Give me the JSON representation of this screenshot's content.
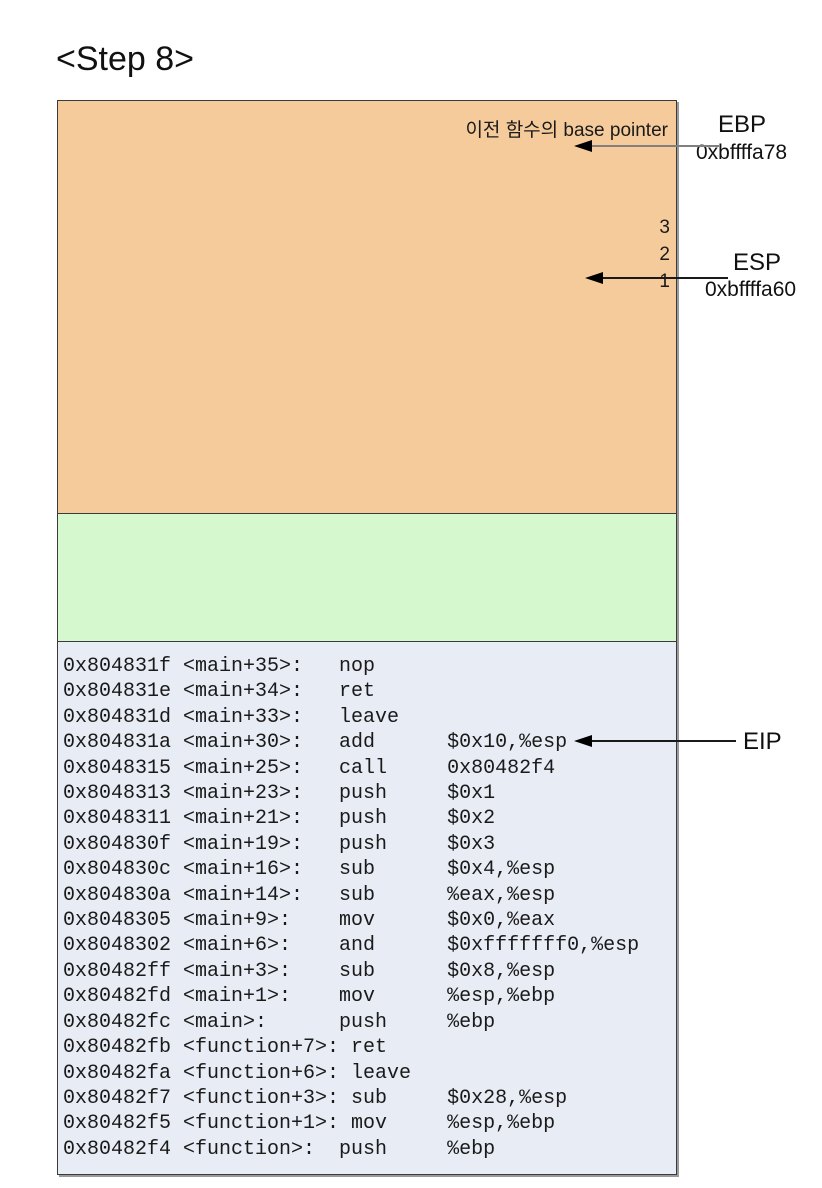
{
  "title": "<Step 8>",
  "colors": {
    "previous_frame_section": "#f6cb9b",
    "buffer_section": "#d6f8ce",
    "disassembly_section": "#e8ecf4",
    "box_border": "#3a3a3a",
    "ebp_arrow_line": "#808080",
    "arrow_black": "#1a1a1a"
  },
  "stack": {
    "prev_bp_label": "이전 함수의 base pointer",
    "numbers": [
      "3",
      "2",
      "1"
    ]
  },
  "registers": {
    "ebp": {
      "name": "EBP",
      "address": "0xbffffa78"
    },
    "esp": {
      "name": "ESP",
      "address": "0xbffffa60"
    },
    "eip": {
      "name": "EIP"
    }
  },
  "disassembly": {
    "lines": [
      "0x804831f <main+35>:   nop",
      "0x804831e <main+34>:   ret",
      "0x804831d <main+33>:   leave",
      "0x804831a <main+30>:   add      $0x10,%esp",
      "0x8048315 <main+25>:   call     0x80482f4",
      "0x8048313 <main+23>:   push     $0x1",
      "0x8048311 <main+21>:   push     $0x2",
      "0x804830f <main+19>:   push     $0x3",
      "0x804830c <main+16>:   sub      $0x4,%esp",
      "0x804830a <main+14>:   sub      %eax,%esp",
      "0x8048305 <main+9>:    mov      $0x0,%eax",
      "0x8048302 <main+6>:    and      $0xfffffff0,%esp",
      "0x80482ff <main+3>:    sub      $0x8,%esp",
      "0x80482fd <main+1>:    mov      %esp,%ebp",
      "0x80482fc <main>:      push     %ebp",
      "0x80482fb <function+7>: ret",
      "0x80482fa <function+6>: leave",
      "0x80482f7 <function+3>: sub     $0x28,%esp",
      "0x80482f5 <function+1>: mov     %esp,%ebp",
      "0x80482f4 <function>:  push     %ebp"
    ]
  }
}
